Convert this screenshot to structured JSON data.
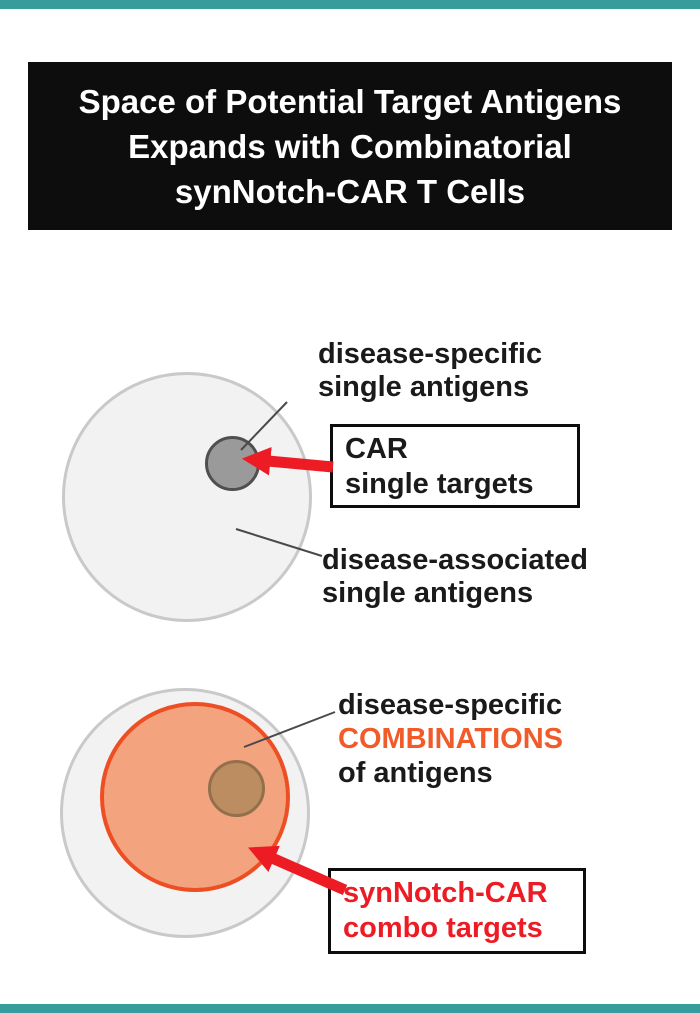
{
  "title": {
    "lines": [
      "Space of Potential Target Antigens",
      "Expands with Combinatorial",
      "synNotch-CAR T Cells"
    ]
  },
  "top_diagram": {
    "specific_label": [
      "disease-specific",
      "single antigens"
    ],
    "car_box": [
      "CAR",
      "single targets"
    ],
    "associated_label": [
      "disease-associated",
      "single antigens"
    ]
  },
  "bottom_diagram": {
    "combo_label_black1": "disease-specific",
    "combo_label_orange": "COMBINATIONS",
    "combo_label_black2": "of antigens",
    "combo_box": [
      "synNotch-CAR",
      "combo targets"
    ]
  },
  "colors": {
    "teal": "#379c9c",
    "red": "#ed1c24",
    "orange_text": "#f15a29",
    "orange_fill": "#f3a47f",
    "orange_border": "#ee4e23",
    "gray_fill": "#f2f2f2",
    "gray_border": "#c9c9c9",
    "dark_gray_fill": "#9a9a9a",
    "dark_gray_border": "#4f4f4f",
    "tan_fill": "#bc8d61",
    "tan_border": "#93704c"
  }
}
